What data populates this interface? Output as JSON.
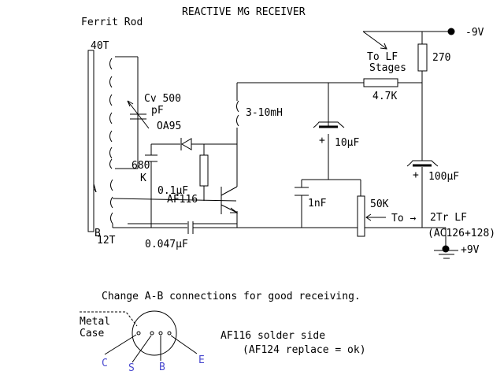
{
  "title": "REACTIVE MG RECEIVER",
  "labels": {
    "ferrit_rod": "Ferrit Rod",
    "turns_40": "40T",
    "turns_12": "12T",
    "cv_value": "Cv 500",
    "cv_unit": "pF",
    "diode": "OA95",
    "res_680_value": "680",
    "res_680_unit": "K",
    "cap_01": "0.1µF",
    "node_a": "A",
    "node_b": "B",
    "transistor": "AF116",
    "choke": "3-10mH",
    "cap_0047": "0.047µF",
    "cap_1nf": "1nF",
    "pot_50k": "50K",
    "res_47k": "4.7K",
    "res_270": "270",
    "to_lf_1": "To LF",
    "to_lf_2": "Stages",
    "cap_10uf": "10µF",
    "cap_100uf": "100µF",
    "plus_10": "+",
    "plus_100": "+",
    "supply_neg": "-9V",
    "supply_pos": "+9V",
    "to_arrow": "To →",
    "amp_1": "2Tr LF",
    "amp_2": "(AC126+128)",
    "note": "Change A-B connections for good receiving.",
    "metal_case_1": "Metal",
    "metal_case_2": "Case",
    "solder_side": "AF116 solder side",
    "replace_note": "(AF124 replace = ok)",
    "pin_c": "C",
    "pin_s": "S",
    "pin_b": "B",
    "pin_e": "E"
  }
}
